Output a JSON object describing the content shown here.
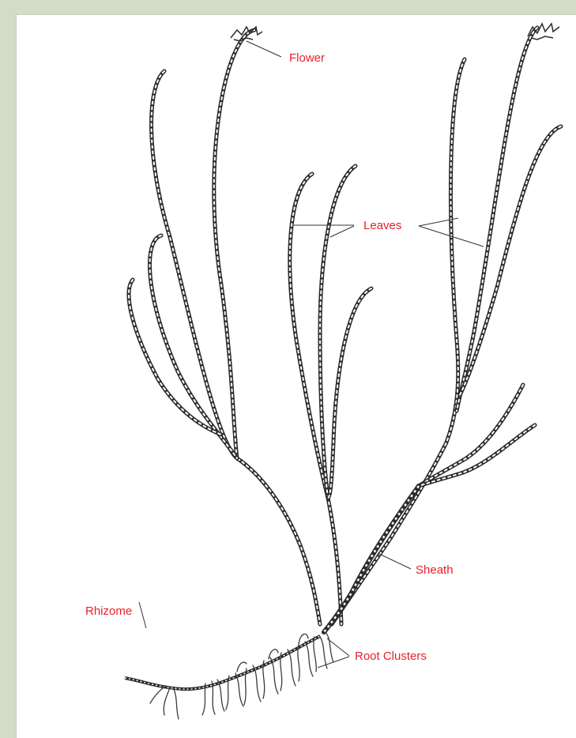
{
  "colors": {
    "frame": "#d2dcc6",
    "panel": "#ffffff",
    "label": "#e8202a",
    "ink": "#2b2b2b"
  },
  "labels": {
    "flower": "Flower",
    "leaves": "Leaves",
    "sheath": "Sheath",
    "rhizome": "Rhizome",
    "root_clusters": "Root Clusters"
  }
}
